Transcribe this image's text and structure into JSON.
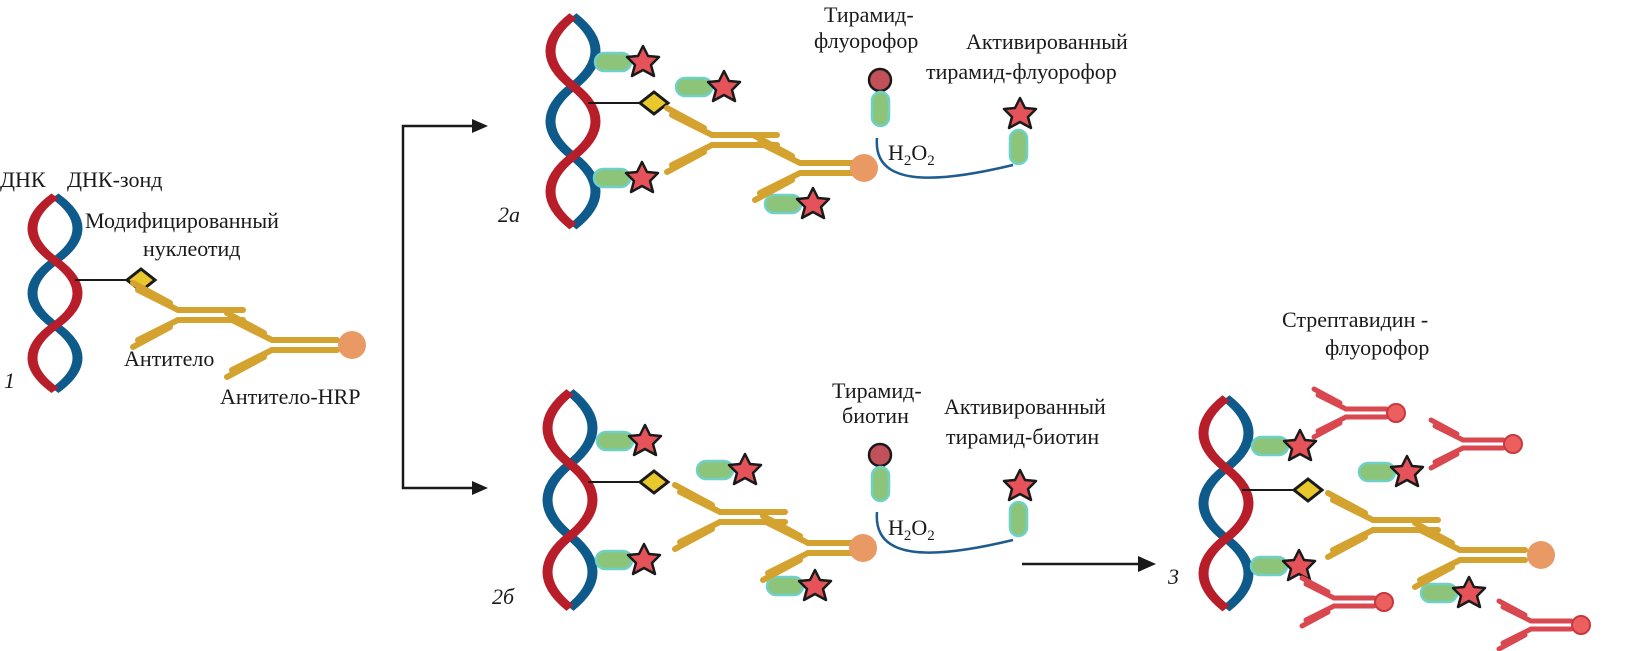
{
  "figure": {
    "panel_1": {
      "number": "1",
      "label_dna": "ДНК",
      "label_probe": "ДНК-зонд",
      "label_modified_line1": "Модифицированный",
      "label_modified_line2": "нуклеотид",
      "label_antibody": "Антитело",
      "label_antibody_hrp": "Антитело-HRP"
    },
    "panel_2a": {
      "number": "2а",
      "label_tyramide_line1": "Тирамид-",
      "label_tyramide_line2": "флуорофор",
      "label_activated_line1": "Активированный",
      "label_activated_line2": "тирамид-флуорофор",
      "reagent": "H",
      "reagent_sub1": "2",
      "reagent_o": "O",
      "reagent_sub2": "2"
    },
    "panel_2b": {
      "number": "2б",
      "label_tyramide_line1": "Тирамид-",
      "label_tyramide_line2": "биотин",
      "label_activated_line1": "Активированный",
      "label_activated_line2": "тирамид-биотин",
      "reagent": "H",
      "reagent_sub1": "2",
      "reagent_o": "O",
      "reagent_sub2": "2"
    },
    "panel_3": {
      "number": "3",
      "label_streptavidin_line1": "Стрептавидин -",
      "label_streptavidin_line2": "флуорофор"
    }
  },
  "colors": {
    "dna_red": "#b81e2a",
    "dna_blue": "#0e5a8a",
    "antibody_gold": "#d4a22e",
    "hrp_orange": "#e99a64",
    "hapten_yellow": "#e8c82a",
    "tyramide_green": "#8cc57a",
    "tyramide_border": "#6fd0c8",
    "fluor_red": "#e5525a",
    "biotin_dark": "#c0505a",
    "strept_red": "#d9474f",
    "arrow": "#1a1a1a"
  }
}
